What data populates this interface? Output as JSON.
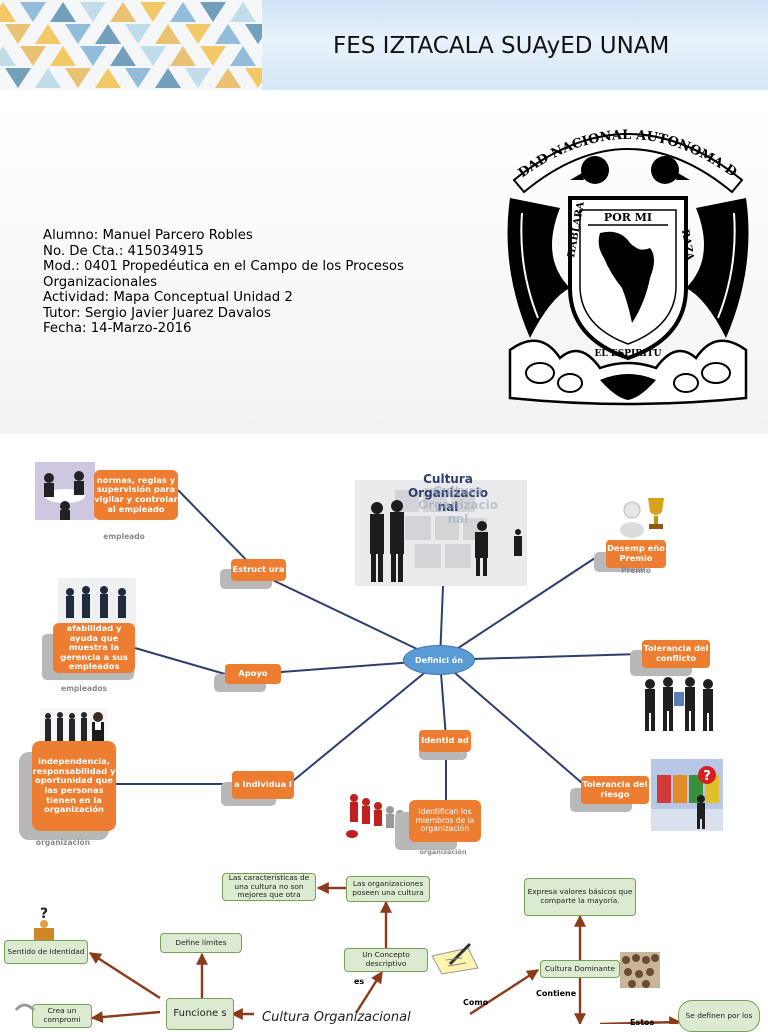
{
  "header": {
    "title": "FES IZTACALA SUAyED UNAM",
    "logo_colors": [
      "#f2c14e",
      "#7fb3d5",
      "#5b8fb0",
      "#b8d8e8",
      "#e6b85c"
    ]
  },
  "cover": {
    "student_lines": [
      "Alumno: Manuel Parcero Robles",
      "No. De Cta.: 415034915",
      "Mod.: 0401 Propedéutica en el Campo de los Procesos Organizacionales",
      "Actividad: Mapa Conceptual Unidad 2",
      "Tutor: Sergio Javier Juarez Davalos",
      "Fecha: 14-Marzo-2016"
    ],
    "seal": {
      "top_text": "UNIVERSIDAD NACIONAL AUTONOMA DE MEXICO",
      "motto_a": "POR MI",
      "motto_b": "RAZA",
      "motto_c": "HABLARA",
      "motto_d": "EL ESPIRITU"
    }
  },
  "map1": {
    "title": "Cultura Organizacio nal",
    "title_ghost": "Cultura Organizacio nal",
    "center_label": "Definici ón",
    "branches": {
      "estructura": "Estruct ura",
      "apoyo": "Apoyo",
      "individual": "a Individua l",
      "identidad": "Identid ad",
      "desempeno": "Desemp eño Premio",
      "tolerancia_conflicto": "Tolerancia del conflicto",
      "tolerancia_riesgo": "Tolerancia del riesgo"
    },
    "details": {
      "normas": "normas, reglas y supervisión para vigilar y controlar al empleado",
      "normas_ghost": "empleado",
      "afabilidad": "afabilidad y ayuda que muestra la gerencia a sus empleados",
      "afabilidad_ghost": "empleados",
      "independencia": "independencia, responsabilidad y oportunidad que las personas tienen en la organización",
      "independencia_ghost": "organización",
      "identifican": "Identifican los miembros de la organización",
      "identifican_ghost": "organización",
      "premio_ghost": "Premio"
    },
    "colors": {
      "orange": "#ed7d31",
      "line": "#2e3f6e",
      "center": "#5b9bd5"
    }
  },
  "map2": {
    "boxes": {
      "caracteristicas": "Las características de una cultura no son mejores que otra",
      "poseen": "Las organizaciones poseen una cultura",
      "expresa": "Expresa valores básicos que comparte la mayoría.",
      "define": "Define límites",
      "sentido": "Sentido de Identidad",
      "concepto": "Un Concepto descriptivo",
      "dominante": "Cultura Dominante",
      "funciones": "Funcione s",
      "compromiso": "Crea un compromi",
      "se_definen": "Se definen por los"
    },
    "labels": {
      "es": "es",
      "como": "Como",
      "contiene": "Contiene",
      "estos": "Estos"
    },
    "title": "Cultura Organizacional",
    "colors": {
      "arrow": "#8b3a1a",
      "box_bg": "#dbead1",
      "box_border": "#77a05a"
    }
  }
}
